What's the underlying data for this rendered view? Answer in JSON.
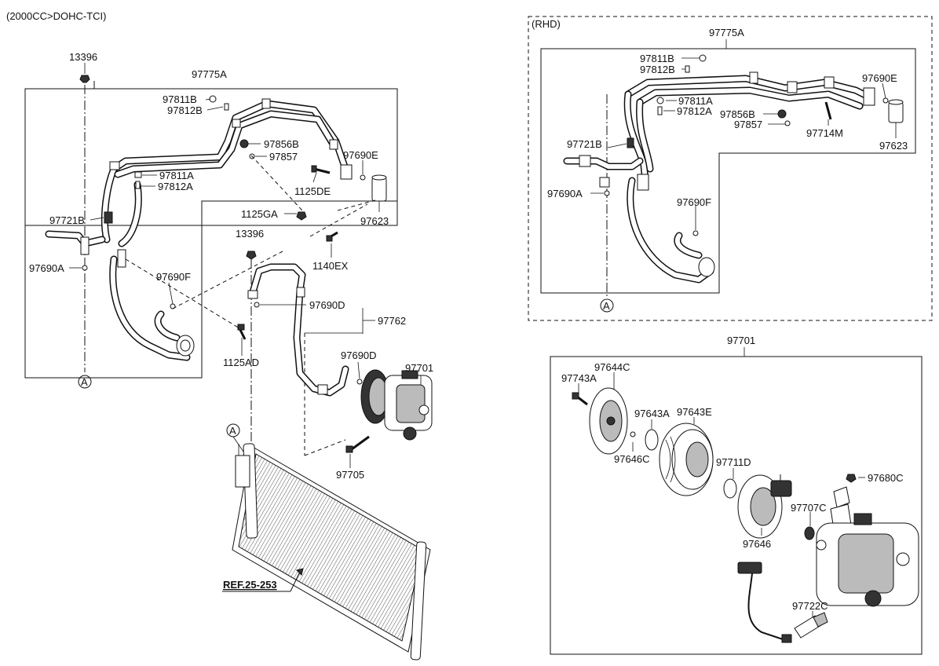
{
  "header": {
    "engine": "(2000CC>DOHC-TCI)",
    "rhd": "(RHD)"
  },
  "left": {
    "n13396_top": "13396",
    "n97775A": "97775A",
    "n97811B": "97811B",
    "n97812B": "97812B",
    "n97856B": "97856B",
    "n97857": "97857",
    "n97690E": "97690E",
    "n1125DE": "1125DE",
    "n97811A": "97811A",
    "n97812A": "97812A",
    "n97623": "97623",
    "n1125GA": "1125GA",
    "n97721B": "97721B",
    "n13396_mid": "13396",
    "n1140EX": "1140EX",
    "n97690A": "97690A",
    "n97690F": "97690F",
    "n97690D_a": "97690D",
    "n97762": "97762",
    "n1125AD": "1125AD",
    "n97690D_b": "97690D",
    "n97701": "97701",
    "markA_1": "A",
    "markA_2": "A",
    "n97705": "97705",
    "ref": "REF.25-253"
  },
  "rhd": {
    "n97775A": "97775A",
    "n97811B": "97811B",
    "n97812B": "97812B",
    "n97690E": "97690E",
    "n97811A": "97811A",
    "n97812A": "97812A",
    "n97856B": "97856B",
    "n97857": "97857",
    "n97714M": "97714M",
    "n97721B": "97721B",
    "n97623": "97623",
    "n97690A": "97690A",
    "n97690F": "97690F",
    "markA": "A"
  },
  "comp": {
    "n97701": "97701",
    "n97644C": "97644C",
    "n97743A": "97743A",
    "n97643A": "97643A",
    "n97643E": "97643E",
    "n97646C": "97646C",
    "n97711D": "97711D",
    "n97680C": "97680C",
    "n97707C": "97707C",
    "n97646": "97646",
    "n97722C": "97722C"
  }
}
